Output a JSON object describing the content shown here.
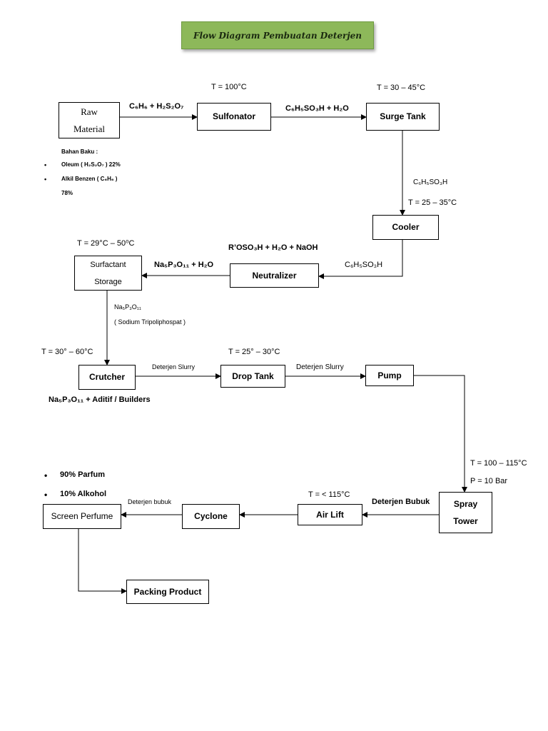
{
  "title": "Flow Diagram Pembuatan Deterjen",
  "boxes": {
    "raw_material": [
      "Raw",
      "Material"
    ],
    "sulfonator": "Sulfonator",
    "surge_tank": "Surge Tank",
    "cooler": "Cooler",
    "neutralizer": "Neutralizer",
    "surfactant_storage": [
      "Surfactant",
      "Storage"
    ],
    "crutcher": "Crutcher",
    "drop_tank": "Drop Tank",
    "pump": "Pump",
    "spray_tower": [
      "Spray",
      "Tower"
    ],
    "air_lift": "Air Lift",
    "cyclone": "Cyclone",
    "screen_perfume": "Screen Perfume",
    "packing_product": "Packing Product"
  },
  "raw_material_notes": {
    "heading": "Bahan Baku :",
    "items": [
      "Oleum ( H₂S₂O₇ ) 22%",
      "Alkil Benzen ( C₆H₆ )"
    ],
    "continuation": "78%"
  },
  "streams": {
    "raw_to_sulfonator": "C₆H₆ + H₂S₂O₇",
    "sulfonator_to_surge": "C₆H₅SO₃H + H₂O",
    "surge_to_cooler": "C₆H₅SO₃H",
    "cooler_to_neutralizer": "C₆H₅SO₃H",
    "neutralizer_reaction": "R’OSO₃H + H₂O + NaOH",
    "neutralizer_to_storage": "Na₅P₃O₁₁ + H₂O",
    "storage_to_crutcher": [
      "Na₅P₃O₁₁",
      "( Sodium Tripoliphospat )"
    ],
    "crutcher_input": "Na₅P₃O₁₁ + Aditif / Builders",
    "crutcher_to_drop": "Deterjen Slurry",
    "drop_to_pump": "Deterjen Slurry",
    "tower_to_airlift": "Deterjen Bubuk",
    "cyclone_to_screen": "Deterjen bubuk"
  },
  "conditions": {
    "sulfonator": "T = 100°C",
    "surge_tank": "T = 30 – 45°C",
    "cooler": "T = 25 – 35°C",
    "surfactant_storage": "T = 29°C – 50⁰C",
    "crutcher": "T = 30° – 60°C",
    "drop_tank": "T = 25° – 30°C",
    "spray_tower_t": "T = 100 – 115°C",
    "spray_tower_p": "P = 10 Bar",
    "air_lift": "T = < 115°C"
  },
  "perfume_notes": [
    "90% Parfum",
    "10% Alkohol"
  ]
}
